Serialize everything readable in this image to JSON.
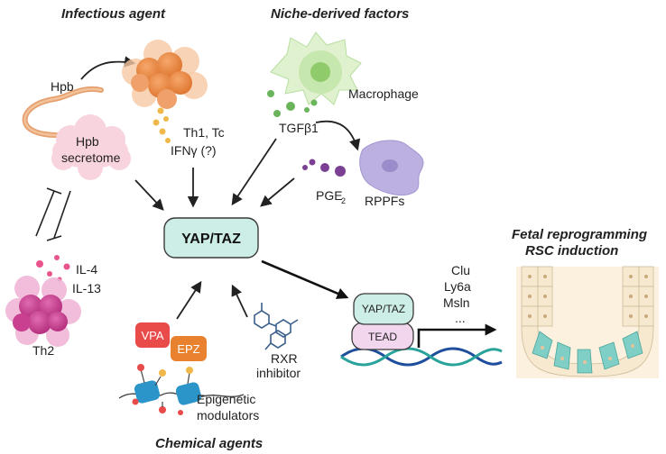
{
  "headers": {
    "infectious_agent": "Infectious agent",
    "niche_factors": "Niche-derived factors",
    "chemical_agents": "Chemical agents",
    "fetal_line1": "Fetal reprogramming",
    "fetal_line2": "RSC induction"
  },
  "labels": {
    "hpb": "Hpb",
    "hpb_secretome_1": "Hpb",
    "hpb_secretome_2": "secretome",
    "th1_tc": "Th1, Tc",
    "ifng": "IFNγ (?)",
    "macrophage": "Macrophage",
    "tgfb1": "TGFβ1",
    "pge2": "PGE",
    "pge2_sub": "2",
    "rppfs": "RPPFs",
    "il4": "IL-4",
    "il13": "IL-13",
    "th2": "Th2",
    "yap_taz": "YAP/TAZ",
    "yap_taz_small": "YAP/TAZ",
    "tead": "TEAD",
    "clu": "Clu",
    "ly6a": "Ly6a",
    "msln": "Msln",
    "dots": "...",
    "vpa": "VPA",
    "epz": "EPZ",
    "rxr_1": "RXR",
    "rxr_2": "inhibitor",
    "epigenetic_1": "Epigenetic",
    "epigenetic_2": "modulators"
  },
  "colors": {
    "yap_fill": "#cdeee6",
    "yap_stroke": "#3a3a3a",
    "tead_fill": "#f2d6ee",
    "th1_orange": "#ee8a45",
    "th2_magenta": "#c8408f",
    "macrophage_green": "#a8d88a",
    "rppf_purple": "#b4a6d8",
    "vpa_red": "#e94b4b",
    "epz_orange": "#e8822e",
    "dna_blue": "#1f4f9c",
    "dna_teal": "#2aa39a",
    "crypt_cell": "#f6e9cf",
    "crypt_teal": "#7fcfc6"
  },
  "icons": [
    "helminth-icon",
    "cloud-icon",
    "t-cell-cluster-icon",
    "macrophage-icon",
    "fibroblast-icon",
    "molecule-icon",
    "nucleosome-icon",
    "dna-helix-icon",
    "crypt-icon"
  ]
}
